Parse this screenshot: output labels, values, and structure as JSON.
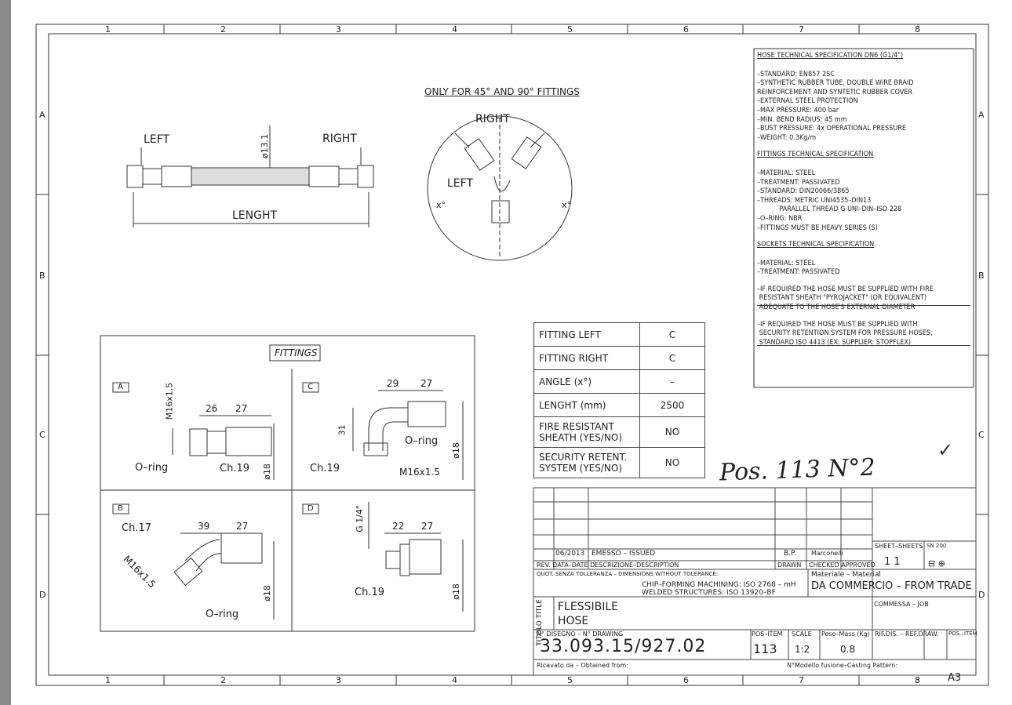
{
  "frame": {
    "cols": [
      "1",
      "2",
      "3",
      "4",
      "5",
      "6",
      "7",
      "8"
    ],
    "rows": [
      "A",
      "B",
      "C",
      "D"
    ],
    "sheet_size": "A3"
  },
  "assembly": {
    "left": "LEFT",
    "right": "RIGHT",
    "lenght": "LENGHT",
    "diameter": "ø13.1"
  },
  "angle_view": {
    "note": "ONLY FOR 45° AND 90° FITTINGS",
    "right": "RIGHT",
    "left": "LEFT",
    "x_left": "x°",
    "x_right": "x°"
  },
  "fittings": {
    "title": "FITTINGS",
    "a": {
      "tag": "A",
      "thread": "M16x1.5",
      "dim1": "26",
      "dim2": "27",
      "oring": "O–ring",
      "ch": "Ch.19",
      "dia": "ø18"
    },
    "b": {
      "tag": "B",
      "ch": "Ch.17",
      "dim1": "39",
      "dim2": "27",
      "thread": "M16x1.5",
      "oring": "O–ring",
      "dia": "ø18"
    },
    "c": {
      "tag": "C",
      "dim1": "29",
      "dim2": "27",
      "dim3": "31",
      "oring": "O–ring",
      "ch": "Ch.19",
      "thread": "M16x1.5",
      "dia": "ø18"
    },
    "d": {
      "tag": "D",
      "thread": "G 1/4\"",
      "dim1": "22",
      "dim2": "27",
      "ch": "Ch.19",
      "dia": "ø18"
    }
  },
  "params": [
    {
      "key": "FITTING LEFT",
      "value": "C"
    },
    {
      "key": "FITTING RIGHT",
      "value": "C"
    },
    {
      "key": "ANGLE (x°)",
      "value": "–"
    },
    {
      "key": "LENGHT (mm)",
      "value": "2500"
    },
    {
      "key": "FIRE RESISTANT SHEATH (YES/NO)",
      "value": "NO"
    },
    {
      "key": "SECURITY RETENT. SYSTEM (YES/NO)",
      "value": "NO"
    }
  ],
  "handwritten": "Pos. 113 N°2",
  "check_mark": "✓",
  "spec": {
    "hose_title": "HOSE TECHNICAL SPECIFICATION DN6 (G1/4\")",
    "hose": [
      "–STANDARD: EN857 2SC",
      "–SYNTHETIC RUBBER TUBE, DOUBLE WIRE BRAID",
      "REINFORCEMENT AND SYNTETIC RUBBER COVER",
      "–EXTERNAL STEEL PROTECTION",
      "–MAX PRESSURE: 400 bar",
      "–MIN. BEND RADIUS: 45 mm",
      "–BUST PRESSURE: 4x OPERATIONAL PRESSURE",
      "–WEIGHT: 0.3Kg/m"
    ],
    "fittings_title": "FITTINGS TECHNICAL SPECIFICATION",
    "fittings": [
      "–MATERIAL: STEEL",
      "–TREATMENT: PASSIVATED",
      "–STANDARD: DIN20066/3865",
      "–THREADS: METRIC UNI4535–DIN13",
      "           PARALLEL THREAD G UNI–DIN–ISO 228",
      "–O–RING: NBR",
      "–FITTINGS MUST BE HEAVY SERIES (S)"
    ],
    "sockets_title": "SOCKETS TECHNICAL SPECIFICATION",
    "sockets": [
      "–MATERIAL: STEEL",
      "–TREATMENT: PASSIVATED"
    ],
    "note_fire": [
      "–IF REQUIRED THE HOSE MUST BE SUPPLIED WITH FIRE",
      " RESISTANT SHEATH \"PYROJACKET\" (OR EQUIVALENT)",
      " ADEQUATE TO THE HOSE'S EXTERNAL DIAMETER"
    ],
    "note_retention": [
      "–IF REQUIRED THE HOSE MUST BE SUPPLIED WITH",
      " SECURITY RETENTION SYSTEM FOR PRESSURE HOSES,",
      " STANDARD ISO 4413 (EX. SUPPLIER: STOPFLEX)"
    ]
  },
  "titleblock": {
    "rev_date": "06/2013",
    "rev_desc": "EMESSO – ISSUED",
    "rev_drawn": "B.P.",
    "rev_checked": "Marconelli",
    "rev_header": "REV. DATA–DATE  DESCRIZIONE–DESCRIPTION",
    "drawn_header": "DRAWN",
    "checked_header": "CHECKED  APPROVED",
    "sheet_header": "SHEET–SHEETS",
    "sheet_value": "1   1",
    "standard_header": "SN 200",
    "projection": "⊟ ⊕",
    "tolerance_header": "QUOT. SENZA TOLLERANZA – DIMENSIONS WITHOUT TOLERANCE:",
    "tolerance_chip": "CHIP–FORMING MACHINING:   ISO 2768 – mH",
    "tolerance_welded": "WELDED STRUCTURES:        ISO 13920–BF",
    "material_header": "Materiale – Material",
    "material_value": "DA COMMERCIO – FROM TRADE",
    "order_header": "COMMESSA – JOB",
    "title_side": "TITOLO TITLE",
    "title_1": "FLESSIBILE",
    "title_2": "HOSE",
    "drawing_no_header": "N° DISEGNO – N° DRAWING",
    "drawing_no": "33.093.15/927.02",
    "pos_header": "POS–ITEM",
    "pos_value": "113",
    "scale_header": "SCALE",
    "scale_value": "1:2",
    "mass_header": "Peso–Mass (Kg)",
    "mass_value": "0.8",
    "ref_header": "RIF.DIS. – REF.DRAW.",
    "pos_item_header": "POS.–ITEM",
    "obtained_from": "Ricavato da – Obtained from:",
    "casting_pattern": "N°Modello fusione–Casting Pattern:"
  }
}
